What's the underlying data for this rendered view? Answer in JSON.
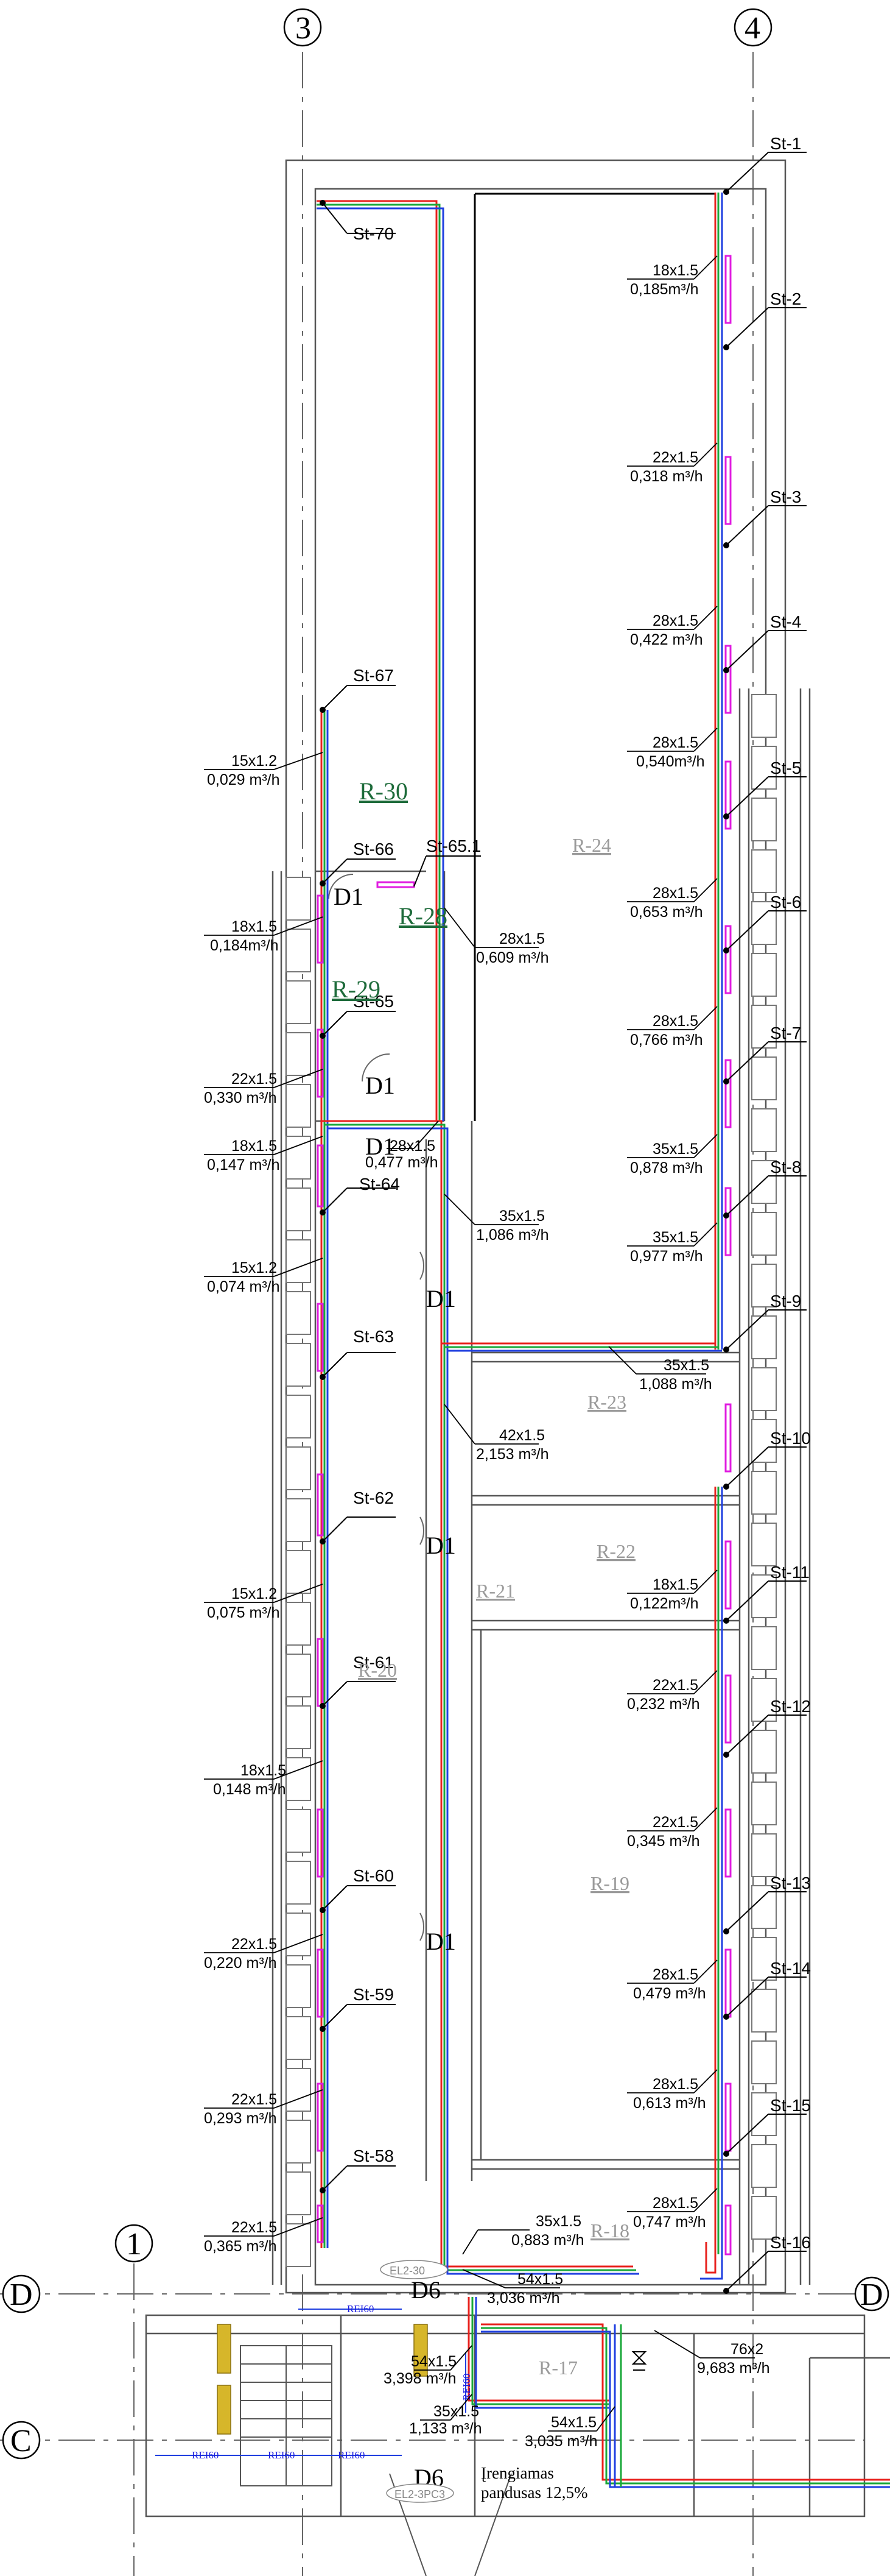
{
  "axes": {
    "a3": "3",
    "a4": "4",
    "a1": "1",
    "aD": "D",
    "aC": "C"
  },
  "rooms": [
    {
      "id": "r30",
      "text": "R-30",
      "color": "#1d6b3a"
    },
    {
      "id": "r28",
      "text": "R-28",
      "color": "#1d6b3a"
    },
    {
      "id": "r29",
      "text": "R-29",
      "color": "#1d6b3a"
    },
    {
      "id": "r24",
      "text": "R-24",
      "color": "#9a9a9a"
    },
    {
      "id": "r23",
      "text": "R-23",
      "color": "#9a9a9a"
    },
    {
      "id": "r22",
      "text": "R-22",
      "color": "#9a9a9a"
    },
    {
      "id": "r21",
      "text": "R-21",
      "color": "#9a9a9a"
    },
    {
      "id": "r20",
      "text": "R-20",
      "color": "#9a9a9a"
    },
    {
      "id": "r19",
      "text": "R-19",
      "color": "#9a9a9a"
    },
    {
      "id": "r18",
      "text": "R-18",
      "color": "#9a9a9a"
    },
    {
      "id": "r17",
      "text": "R-17",
      "color": "#9a9a9a"
    }
  ],
  "doors": [
    "D1",
    "D1",
    "D1",
    "D1",
    "D1",
    "D1",
    "D6",
    "D6"
  ],
  "risers_right": [
    "St-1",
    "St-2",
    "St-3",
    "St-4",
    "St-5",
    "St-6",
    "St-7",
    "St-8",
    "St-9",
    "St-10",
    "St-11",
    "St-12",
    "St-13",
    "St-14",
    "St-15",
    "St-16"
  ],
  "risers_left": [
    "St-70",
    "St-67",
    "St-66",
    "St-65.1",
    "St-65",
    "St-64",
    "St-63",
    "St-62",
    "St-61",
    "St-60",
    "St-59",
    "St-58"
  ],
  "pipes": [
    {
      "size": "18x1.5",
      "flow": "0,185m³/h"
    },
    {
      "size": "22x1.5",
      "flow": "0,318 m³/h"
    },
    {
      "size": "28x1.5",
      "flow": "0,422 m³/h"
    },
    {
      "size": "28x1.5",
      "flow": "0,540m³/h"
    },
    {
      "size": "28x1.5",
      "flow": "0,653 m³/h"
    },
    {
      "size": "28x1.5",
      "flow": "0,766 m³/h"
    },
    {
      "size": "35x1.5",
      "flow": "0,878 m³/h"
    },
    {
      "size": "35x1.5",
      "flow": "0,977 m³/h"
    },
    {
      "size": "35x1.5",
      "flow": "1,088 m³/h"
    },
    {
      "size": "18x1.5",
      "flow": "0,122m³/h"
    },
    {
      "size": "22x1.5",
      "flow": "0,232 m³/h"
    },
    {
      "size": "22x1.5",
      "flow": "0,345 m³/h"
    },
    {
      "size": "28x1.5",
      "flow": "0,479 m³/h"
    },
    {
      "size": "28x1.5",
      "flow": "0,613 m³/h"
    },
    {
      "size": "28x1.5",
      "flow": "0,747 m³/h"
    },
    {
      "size": "15x1.2",
      "flow": "0,029 m³/h"
    },
    {
      "size": "18x1.5",
      "flow": "0,184m³/h"
    },
    {
      "size": "28x1.5",
      "flow": "0,609 m³/h"
    },
    {
      "size": "22x1.5",
      "flow": "0,330 m³/h"
    },
    {
      "size": "18x1.5",
      "flow": "0,147 m³/h"
    },
    {
      "size": "28x1.5",
      "flow": "0,477 m³/h"
    },
    {
      "size": "35x1.5",
      "flow": "1,086 m³/h"
    },
    {
      "size": "15x1.2",
      "flow": "0,074 m³/h"
    },
    {
      "size": "42x1.5",
      "flow": "2,153 m³/h"
    },
    {
      "size": "15x1.2",
      "flow": "0,075 m³/h"
    },
    {
      "size": "18x1.5",
      "flow": "0,148 m³/h"
    },
    {
      "size": "22x1.5",
      "flow": "0,220 m³/h"
    },
    {
      "size": "22x1.5",
      "flow": "0,293 m³/h"
    },
    {
      "size": "22x1.5",
      "flow": "0,365 m³/h"
    },
    {
      "size": "35x1.5",
      "flow": "0,883 m³/h"
    },
    {
      "size": "54x1.5",
      "flow": "3,036 m³/h"
    },
    {
      "size": "54x1.5",
      "flow": "3,398 m³/h"
    },
    {
      "size": "35x1.5",
      "flow": "1,133 m³/h"
    },
    {
      "size": "54x1.5",
      "flow": "3,035 m³/h"
    },
    {
      "size": "76x2",
      "flow": "9,683 m³/h"
    }
  ],
  "fire_rating": "REI60",
  "elevations": [
    "EL2-30",
    "EL2-3PC3"
  ],
  "ramp_note": {
    "line1": "Įrengiamas",
    "line2": "pandusas 12,5%"
  },
  "colors": {
    "red": "#e8201c",
    "green": "#1aa83a",
    "blue": "#1f3fe0",
    "magenta": "#e01ce0",
    "wall": "#555555",
    "hatch": "#d6b62a"
  }
}
